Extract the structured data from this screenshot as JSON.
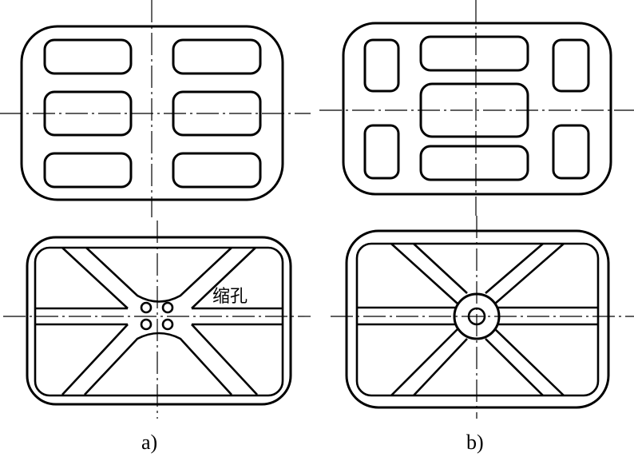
{
  "labels": {
    "a": "a)",
    "b": "b)",
    "shrink_hole": "缩孔"
  }
}
